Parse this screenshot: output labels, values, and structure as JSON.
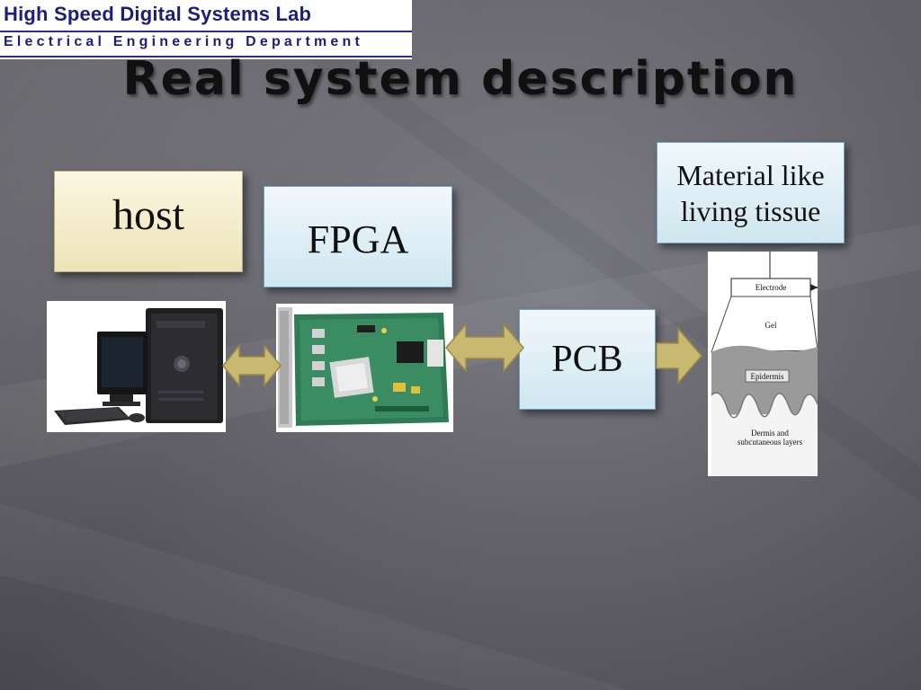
{
  "logo": {
    "line1": "High Speed Digital Systems Lab",
    "line2": "Electrical Engineering Department"
  },
  "slide": {
    "title": "Real system description"
  },
  "boxes": {
    "host": "host",
    "fpga": "FPGA",
    "pcb": "PCB",
    "material": "Material like living tissue"
  },
  "tissue_labels": {
    "electrode": "Electrode",
    "gel": "Gel",
    "epidermis": "Epidermis",
    "dermis": "Dermis and subcutaneous layers"
  },
  "colors": {
    "box_tan": "#ede3b8",
    "box_blue": "#cfe6f0",
    "arrow_fill": "#c9b870",
    "logo_text": "#1b1f7a"
  },
  "icons": {
    "computer": "desktop-computer-icon",
    "board": "fpga-board-icon",
    "tissue": "skin-layers-icon"
  }
}
